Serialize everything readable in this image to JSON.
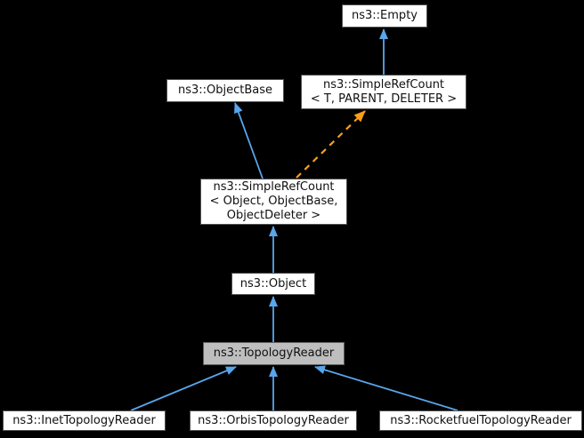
{
  "colors": {
    "background": "#000000",
    "node-fill": "#FFFFFF",
    "node-border": "#515151",
    "highlight-fill": "#BEBEBE",
    "highlight-border": "#5E5E5E",
    "text": "#101010",
    "edge-inherit": "#58A6EC",
    "edge-template": "#F89E1B"
  },
  "nodes": {
    "empty": {
      "label": "ns3::Empty"
    },
    "simple_ref_count_t": {
      "lines": [
        "ns3::SimpleRefCount",
        "< T, PARENT, DELETER >"
      ]
    },
    "object_base": {
      "label": "ns3::ObjectBase"
    },
    "simple_ref_count_object": {
      "lines": [
        "ns3::SimpleRefCount",
        "< Object, ObjectBase,",
        "ObjectDeleter >"
      ]
    },
    "object": {
      "label": "ns3::Object"
    },
    "topology_reader": {
      "label": "ns3::TopologyReader"
    },
    "inet_topology_reader": {
      "label": "ns3::InetTopologyReader"
    },
    "orbis_topology_reader": {
      "label": "ns3::OrbisTopologyReader"
    },
    "rocketfuel_topology_reader": {
      "label": "ns3::RocketfuelTopologyReader"
    }
  },
  "edges": [
    {
      "from": "simple_ref_count_t",
      "to": "empty",
      "style": "solid-blue-arrow"
    },
    {
      "from": "simple_ref_count_object",
      "to": "object_base",
      "style": "solid-blue-arrow"
    },
    {
      "from": "simple_ref_count_object",
      "to": "simple_ref_count_t",
      "style": "dashed-orange-arrow"
    },
    {
      "from": "object",
      "to": "simple_ref_count_object",
      "style": "solid-blue-arrow"
    },
    {
      "from": "topology_reader",
      "to": "object",
      "style": "solid-blue-arrow"
    },
    {
      "from": "inet_topology_reader",
      "to": "topology_reader",
      "style": "solid-blue-arrow"
    },
    {
      "from": "orbis_topology_reader",
      "to": "topology_reader",
      "style": "solid-blue-arrow"
    },
    {
      "from": "rocketfuel_topology_reader",
      "to": "topology_reader",
      "style": "solid-blue-arrow"
    }
  ]
}
